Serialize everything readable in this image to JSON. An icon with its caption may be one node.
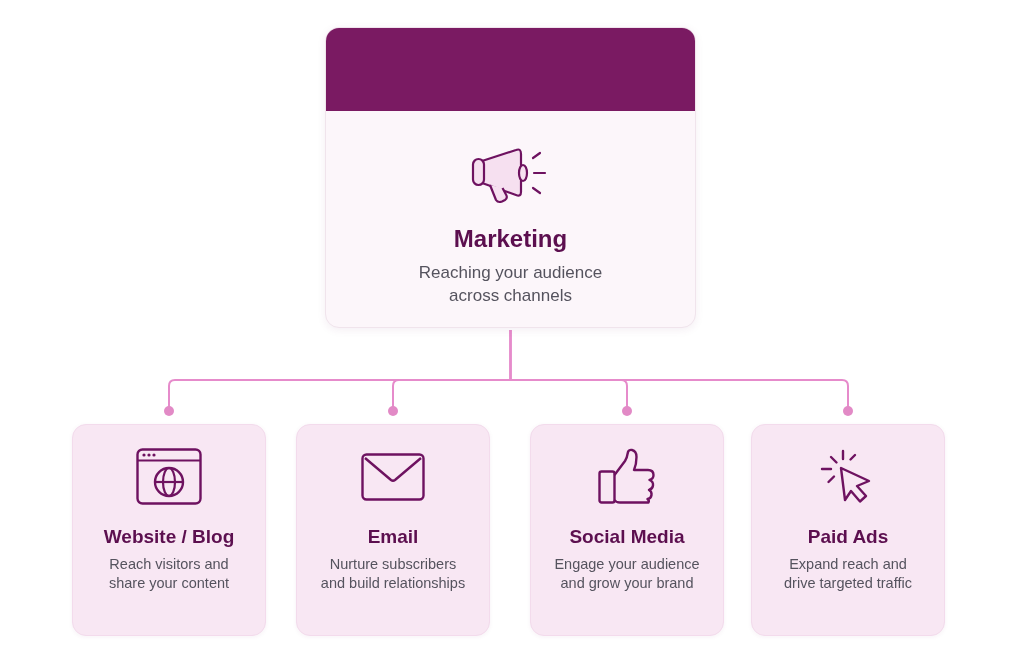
{
  "diagram": {
    "nodes": [
      {
        "text": [
          "Marketing",
          "Reaching your audience across channels"
        ]
      },
      {
        "text": [
          "Website / Blog",
          "Reach visitors and share your content"
        ]
      },
      {
        "text": [
          "Email",
          "Nurture subscribers and build relationships"
        ]
      },
      {
        "text": [
          "Social Media",
          "Engage your audience and grow your brand"
        ]
      },
      {
        "text": [
          "Paid Ads",
          "Expand reach and drive targeted traffic"
        ]
      }
    ],
    "edges": [
      {
        "from": 0,
        "to": 1,
        "arrow": "other"
      },
      {
        "from": 0,
        "to": 2,
        "arrow": "other"
      },
      {
        "from": 0,
        "to": 3,
        "arrow": "other"
      },
      {
        "from": 0,
        "to": 4,
        "arrow": "other"
      }
    ]
  }
}
